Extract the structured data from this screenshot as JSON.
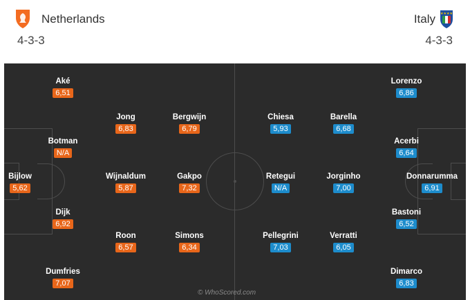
{
  "home": {
    "name": "Netherlands",
    "formation": "4-3-3",
    "crest_color": "#f36c21",
    "rating_color": "#e8661a",
    "players": [
      {
        "name": "Aké",
        "rating": "6,51"
      },
      {
        "name": "Jong",
        "rating": "6,83"
      },
      {
        "name": "Bergwijn",
        "rating": "6,79"
      },
      {
        "name": "Botman",
        "rating": "N/A"
      },
      {
        "name": "Bijlow",
        "rating": "5,62"
      },
      {
        "name": "Wijnaldum",
        "rating": "5,87"
      },
      {
        "name": "Gakpo",
        "rating": "7,32"
      },
      {
        "name": "Dijk",
        "rating": "6,92"
      },
      {
        "name": "Roon",
        "rating": "6,57"
      },
      {
        "name": "Simons",
        "rating": "6,34"
      },
      {
        "name": "Dumfries",
        "rating": "7,07"
      }
    ]
  },
  "away": {
    "name": "Italy",
    "formation": "4-3-3",
    "crest_color": "#1d4fa0",
    "rating_color": "#1d8ccc",
    "players": [
      {
        "name": "Lorenzo",
        "rating": "6,86"
      },
      {
        "name": "Chiesa",
        "rating": "5,93"
      },
      {
        "name": "Barella",
        "rating": "6,68"
      },
      {
        "name": "Acerbi",
        "rating": "6,64"
      },
      {
        "name": "Retegui",
        "rating": "N/A"
      },
      {
        "name": "Jorginho",
        "rating": "7,00"
      },
      {
        "name": "Donnarumma",
        "rating": "6,91"
      },
      {
        "name": "Bastoni",
        "rating": "6,52"
      },
      {
        "name": "Pellegrini",
        "rating": "7,03"
      },
      {
        "name": "Verratti",
        "rating": "6,05"
      },
      {
        "name": "Dimarco",
        "rating": "6,83"
      }
    ]
  },
  "watermark": "© WhoScored.com"
}
